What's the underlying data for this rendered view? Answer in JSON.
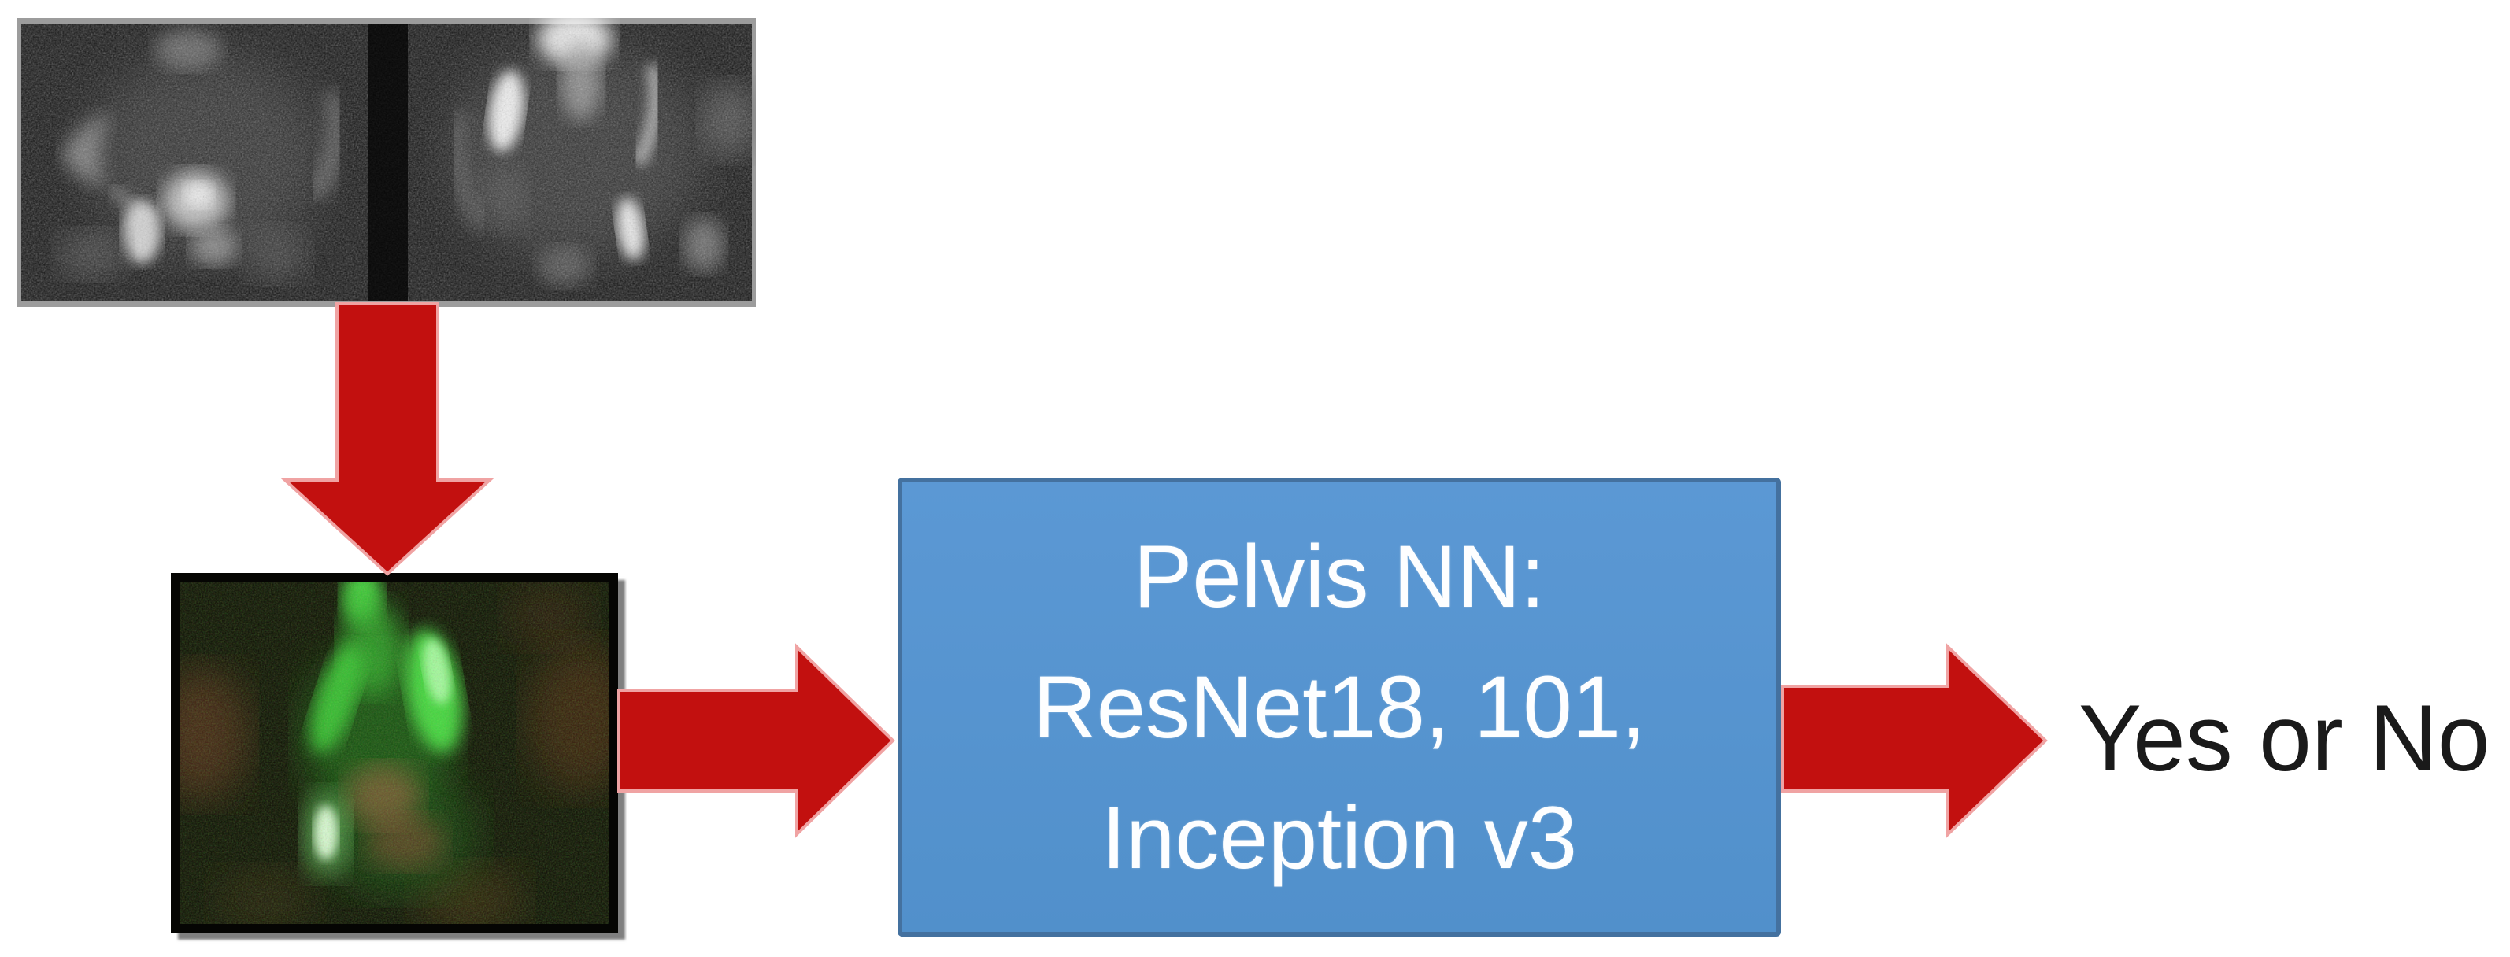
{
  "nn_box": {
    "lines": [
      "Pelvis NN:",
      "ResNet18, 101,",
      "Inception v3"
    ]
  },
  "output": {
    "label": "Yes or No"
  },
  "images": {
    "scan_pair": "dual-grayscale-pelvis-bone-scan",
    "fused_scan": "fused-color-pelvis-scan-green-red-overlay"
  },
  "icons": {
    "down_arrow": "red-block-arrow-down",
    "right_arrow_input": "red-block-arrow-right",
    "right_arrow_output": "red-block-arrow-right"
  },
  "colors": {
    "arrow_red": "#c2100f",
    "arrow_red_outline": "#f0a3a3",
    "box_fill": "#5692cf",
    "box_border": "#44719f",
    "box_text": "#fdfeff",
    "output_text": "#1a1a1a",
    "scan_frame_gray": "#9c9c9c",
    "background": "#ffffff"
  }
}
